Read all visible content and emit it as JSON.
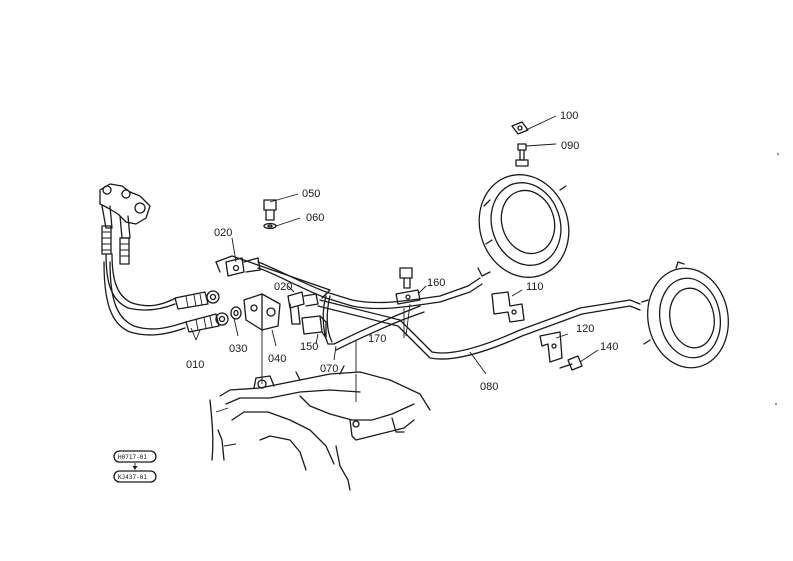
{
  "part_labels": {
    "p010": "010",
    "p020a": "020",
    "p020b": "020",
    "p030": "030",
    "p040": "040",
    "p050": "050",
    "p060": "060",
    "p070": "070",
    "p080": "080",
    "p090": "090",
    "p100": "100",
    "p110": "110",
    "p120": "120",
    "p140": "140",
    "p150": "150",
    "p160": "160",
    "p170": "170"
  },
  "serial_codes": {
    "from": "H0717-01",
    "to": "KJ437-01"
  }
}
